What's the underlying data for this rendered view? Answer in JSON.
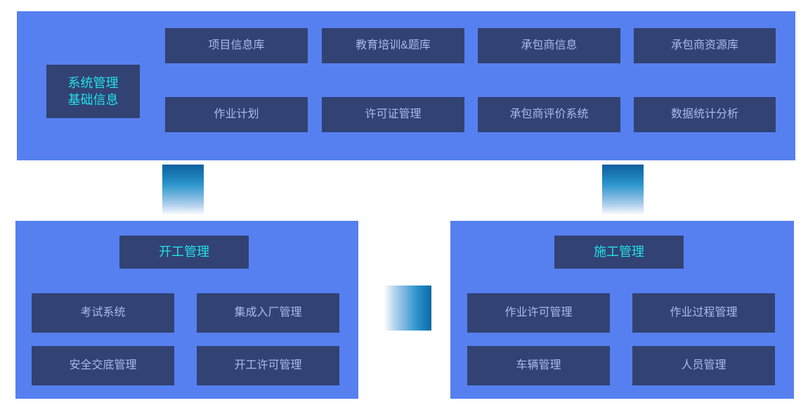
{
  "theme": {
    "panel_bg": "#5680f0",
    "box_bg": "#324273",
    "item_text": "#aabaea",
    "title_text": "#22e0e8",
    "page_bg": "#ffffff",
    "connector_from": "#0f5f9e",
    "connector_to": "#ffffff"
  },
  "diagram": {
    "type": "block-architecture",
    "top_panel": {
      "root": {
        "line1": "系统管理",
        "line2": "基础信息"
      },
      "modules_row1": [
        "项目信息库",
        "教育培训&题库",
        "承包商信息",
        "承包商资源库"
      ],
      "modules_row2": [
        "作业计划",
        "许可证管理",
        "承包商评价系统",
        "数据统计分析"
      ]
    },
    "left_panel": {
      "title": "开工管理",
      "modules_row1": [
        "考试系统",
        "集成入厂管理"
      ],
      "modules_row2": [
        "安全交底管理",
        "开工许可管理"
      ]
    },
    "right_panel": {
      "title": "施工管理",
      "modules_row1": [
        "作业许可管理",
        "作业过程管理"
      ],
      "modules_row2": [
        "车辆管理",
        "人员管理"
      ]
    },
    "connectors": [
      {
        "name": "top-to-left",
        "orientation": "vertical"
      },
      {
        "name": "top-to-right",
        "orientation": "vertical"
      },
      {
        "name": "left-to-right",
        "orientation": "horizontal"
      }
    ]
  }
}
